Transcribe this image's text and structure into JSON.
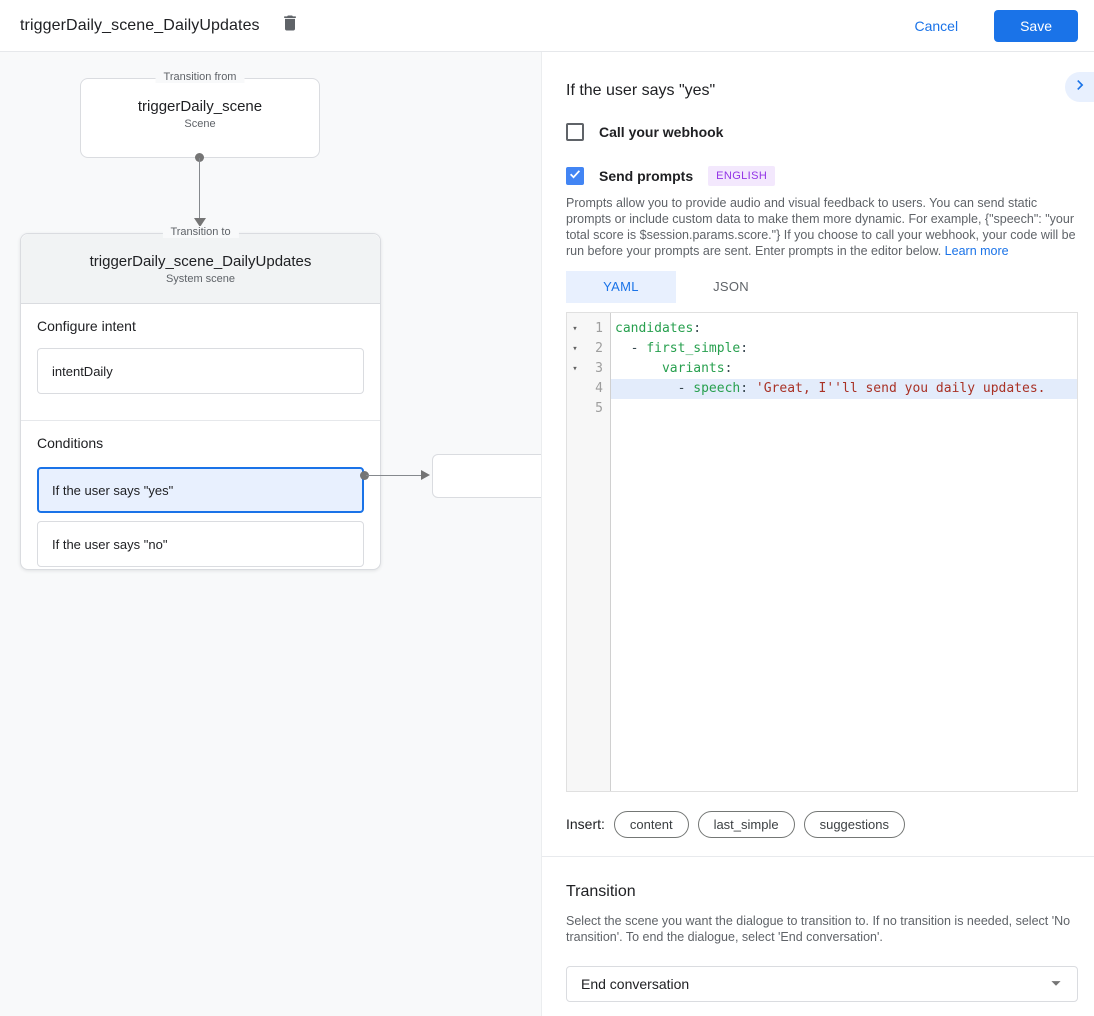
{
  "colors": {
    "accent_blue": "#1a73e8",
    "selected_bg": "#e8f0fe",
    "checkbox_checked": "#4285f4",
    "badge_text": "#9334e6",
    "badge_bg": "#f3e8fd",
    "code_key_green": "#28a04f",
    "code_string_red": "#a93226",
    "code_highlight_bg": "#e3ecfb",
    "canvas_bg": "#f8f9fa"
  },
  "topbar": {
    "title": "triggerDaily_scene_DailyUpdates",
    "delete_icon": "trash-icon",
    "cancel_label": "Cancel",
    "save_label": "Save"
  },
  "canvas": {
    "transition_from": {
      "legend": "Transition from",
      "name": "triggerDaily_scene",
      "type": "Scene"
    },
    "transition_to": {
      "legend": "Transition to",
      "name": "triggerDaily_scene_DailyUpdates",
      "type": "System scene"
    },
    "configure_intent": {
      "label": "Configure intent",
      "value": "intentDaily"
    },
    "conditions": {
      "label": "Conditions",
      "items": [
        {
          "label": "If the user says \"yes\"",
          "selected": true
        },
        {
          "label": "If the user says \"no\"",
          "selected": false
        }
      ]
    }
  },
  "detail": {
    "title": "If the user says \"yes\"",
    "webhook": {
      "label": "Call your webhook",
      "checked": false
    },
    "send_prompts": {
      "label": "Send prompts",
      "badge": "ENGLISH",
      "checked": true
    },
    "description": "Prompts allow you to provide audio and visual feedback to users. You can send static prompts or include custom data to make them more dynamic. For example, {\"speech\": \"your total score is $session.params.score.\"} If you choose to call your webhook, your code will be run before your prompts are sent. Enter prompts in the editor below. ",
    "learn_more": "Learn more",
    "tabs": [
      {
        "label": "YAML",
        "active": true
      },
      {
        "label": "JSON",
        "active": false
      }
    ],
    "editor": {
      "lines": [
        {
          "num": "1",
          "fold": true,
          "highlight": false,
          "segments": [
            {
              "t": "candidates",
              "c": "key"
            },
            {
              "t": ":",
              "c": "pun"
            }
          ]
        },
        {
          "num": "2",
          "fold": true,
          "highlight": false,
          "segments": [
            {
              "t": "  - ",
              "c": "pun"
            },
            {
              "t": "first_simple",
              "c": "key"
            },
            {
              "t": ":",
              "c": "pun"
            }
          ]
        },
        {
          "num": "3",
          "fold": true,
          "highlight": false,
          "segments": [
            {
              "t": "      ",
              "c": "pun"
            },
            {
              "t": "variants",
              "c": "key"
            },
            {
              "t": ":",
              "c": "pun"
            }
          ]
        },
        {
          "num": "4",
          "fold": false,
          "highlight": true,
          "segments": [
            {
              "t": "        - ",
              "c": "pun"
            },
            {
              "t": "speech",
              "c": "key"
            },
            {
              "t": ": ",
              "c": "pun"
            },
            {
              "t": "'Great, I''ll send you daily updates.",
              "c": "str"
            }
          ]
        },
        {
          "num": "5",
          "fold": false,
          "highlight": false,
          "segments": []
        }
      ]
    },
    "insert": {
      "label": "Insert:",
      "chips": [
        "content",
        "last_simple",
        "suggestions"
      ]
    },
    "transition": {
      "title": "Transition",
      "description": "Select the scene you want the dialogue to transition to. If no transition is needed, select 'No transition'. To end the dialogue, select 'End conversation'.",
      "selected_value": "End conversation",
      "caret_icon": "chevron-down-icon"
    }
  }
}
